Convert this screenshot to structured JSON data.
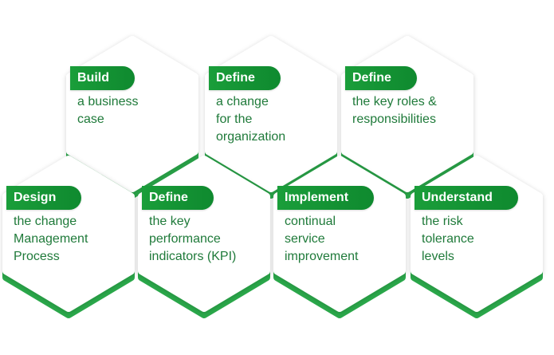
{
  "cards": [
    {
      "heading": "Build",
      "lines": [
        "a business",
        "case"
      ]
    },
    {
      "heading": "Define",
      "lines": [
        "a change",
        "for the",
        "organization"
      ]
    },
    {
      "heading": "Define",
      "lines": [
        "the key roles &",
        "responsibilities"
      ]
    },
    {
      "heading": "Design",
      "lines": [
        "the change",
        "Management",
        "Process"
      ]
    },
    {
      "heading": "Define",
      "lines": [
        "the key",
        "performance",
        "indicators (KPI)"
      ]
    },
    {
      "heading": "Implement",
      "lines": [
        "continual",
        "service",
        "improvement"
      ]
    },
    {
      "heading": "Understand",
      "lines": [
        "the risk",
        "tolerance",
        "levels"
      ]
    }
  ],
  "colors": {
    "accent_green": "#139133",
    "base_green": "#2aa84a",
    "text_green": "#1f7a3a",
    "card_white": "#ffffff"
  }
}
